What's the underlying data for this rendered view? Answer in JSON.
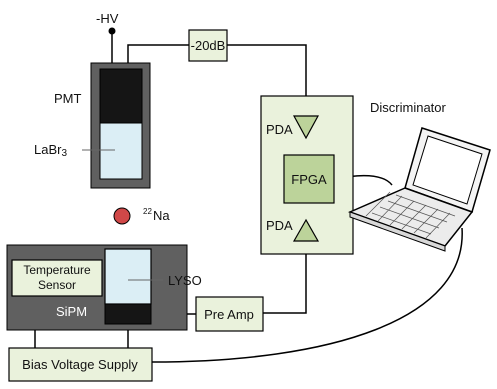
{
  "labels": {
    "hv": "-HV",
    "attenuator": "-20dB",
    "pmt": "PMT",
    "labr_main": "LaBr",
    "labr_sub": "3",
    "pda_top": "PDA",
    "pda_bottom": "PDA",
    "fpga": "FPGA",
    "discriminator": "Discriminator",
    "na_sup": "22",
    "na": "Na",
    "temp_line1": "Temperature",
    "temp_line2": "Sensor",
    "sipm": "SiPM",
    "lyso": "LYSO",
    "preamp": "Pre Amp",
    "bias": "Bias Voltage Supply"
  },
  "colors": {
    "panel_fill": "#eaf2dc",
    "fpga_fill": "#bcd39a",
    "crystal_fill": "#dbeef5",
    "housing_fill": "#606060",
    "dark_fill": "#151515",
    "source_fill": "#d04848",
    "line": "#000000"
  }
}
